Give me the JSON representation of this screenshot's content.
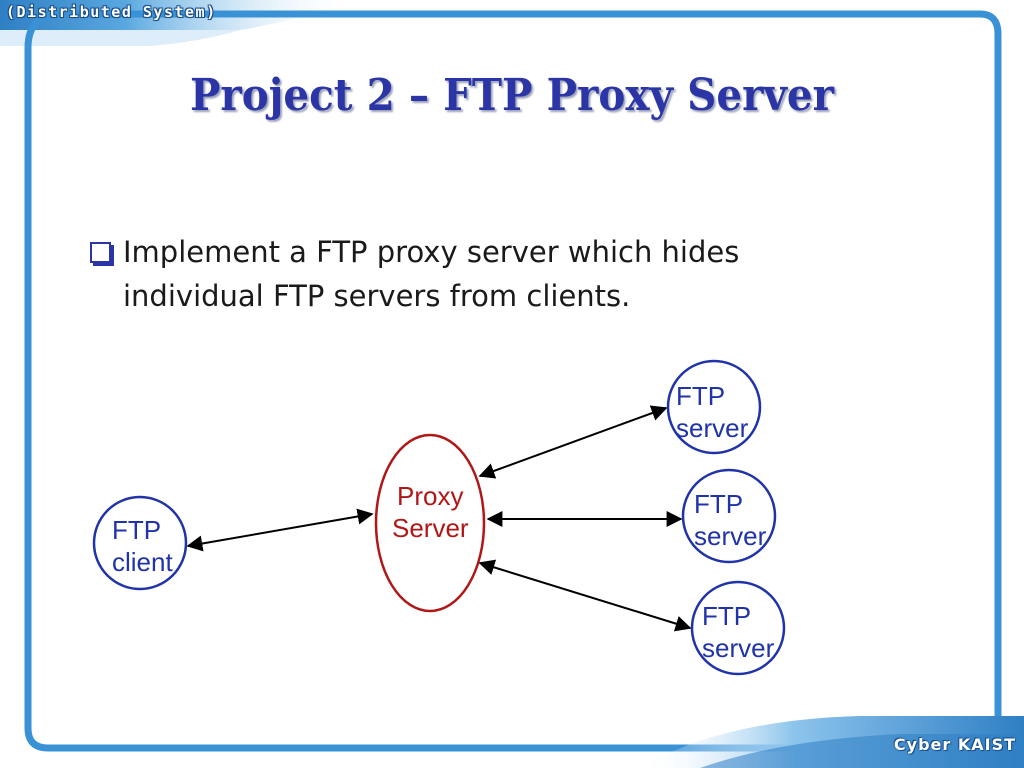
{
  "header": {
    "label": "(Distributed System)"
  },
  "slide": {
    "title": "Project 2 – FTP Proxy Server",
    "bullet": "Implement a FTP proxy server which hides individual FTP servers from clients."
  },
  "diagram": {
    "client": "FTP\nclient",
    "proxy": "Proxy\nServer",
    "servers": [
      "FTP\nserver",
      "FTP\nserver",
      "FTP\nserver"
    ]
  },
  "footer": {
    "logo": "Cyber KAIST"
  },
  "colors": {
    "frame": "#3a92d6",
    "title": "#2b35a6",
    "node_blue": "#2033a8",
    "node_red": "#b01818"
  }
}
